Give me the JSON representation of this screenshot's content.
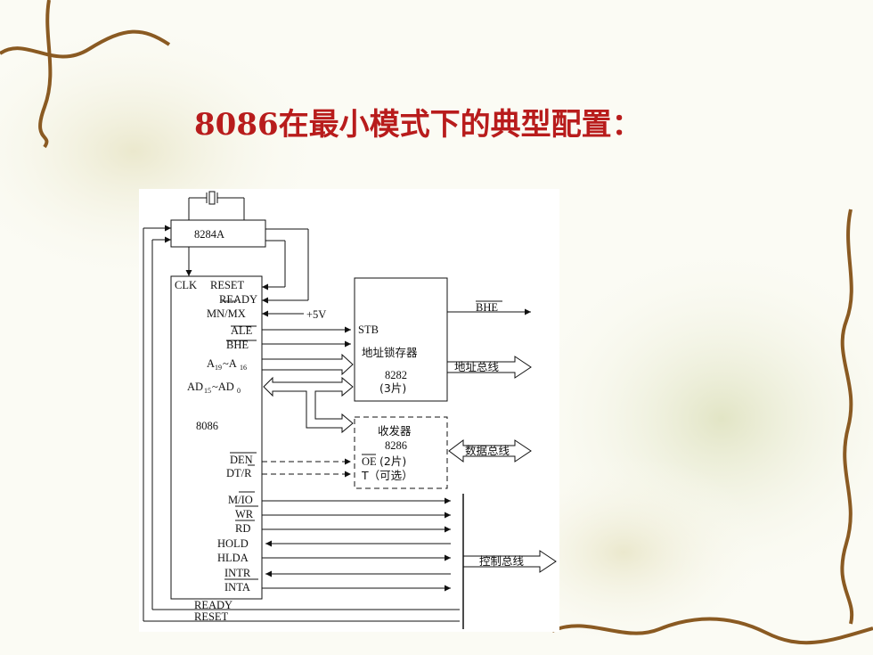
{
  "title": "8086在最小模式下的典型配置：",
  "diagram": {
    "clock_chip": "8284A",
    "cpu": {
      "name": "8086",
      "clk": "CLK",
      "reset": "RESET",
      "ready": "READY",
      "mn_mx": "MN/MX",
      "ale": "ALE",
      "bhe": "BHE",
      "a_prefix": "A",
      "a_hi": "19",
      "a_tilde": "~A",
      "a_lo": "16",
      "ad_prefix": "AD",
      "ad_hi": "15",
      "ad_tilde": "~AD",
      "ad_lo": "0",
      "den": "DEN",
      "dtr": "DT/R",
      "mio": "M/IO",
      "wr": "WR",
      "rd": "RD",
      "hold": "HOLD",
      "hlda": "HLDA",
      "intr": "INTR",
      "inta": "INTA"
    },
    "plus5v": "+5V",
    "latch": {
      "stb": "STB",
      "name": "地址锁存器",
      "chip": "8282",
      "count": "(3片)"
    },
    "transceiver": {
      "name": "收发器",
      "chip": "8286",
      "oe": "OE",
      "oe_count": "(2片)",
      "t": "T（可选）"
    },
    "buses": {
      "bhe": "BHE",
      "address": "地址总线",
      "data": "数据总线",
      "control": "控制总线"
    },
    "bottom": {
      "ready": "READY",
      "reset": "RESET"
    }
  }
}
